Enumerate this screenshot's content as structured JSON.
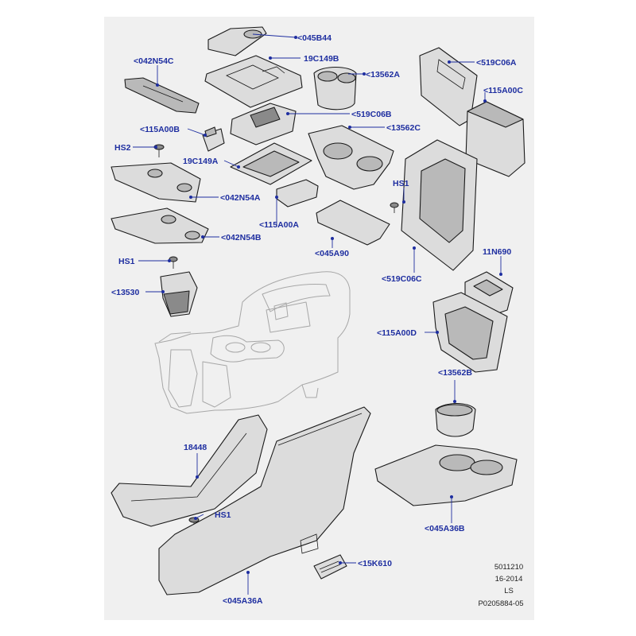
{
  "panel": {
    "background": "#f0f0f0",
    "label_color": "#1e2ea0"
  },
  "labels": {
    "l_045B44": "<045B44",
    "l_042N54C": "<042N54C",
    "l_19C149B": "19C149B",
    "l_13562A": "<13562A",
    "l_519C06A": "<519C06A",
    "l_115A00C": "<115A00C",
    "l_519C06B": "<519C06B",
    "l_115A00B": "<115A00B",
    "l_13562C": "<13562C",
    "l_HS2": "HS2",
    "l_19C149A": "19C149A",
    "l_HS1_a": "HS1",
    "l_042N54A": "<042N54A",
    "l_115A00A": "<115A00A",
    "l_042N54B": "<042N54B",
    "l_045A90": "<045A90",
    "l_519C06C": "<519C06C",
    "l_HS1_b": "HS1",
    "l_11N690": "11N690",
    "l_13530": "<13530",
    "l_115A00D": "<115A00D",
    "l_13562B": "<13562B",
    "l_18448": "18448",
    "l_HS1_c": "HS1",
    "l_045A36B": "<045A36B",
    "l_15K610": "<15K610",
    "l_045A36A": "<045A36A"
  },
  "info_block": {
    "line1": "5011210",
    "line2": "16-2014",
    "line3": "LS",
    "line4": "P0205884-05"
  }
}
